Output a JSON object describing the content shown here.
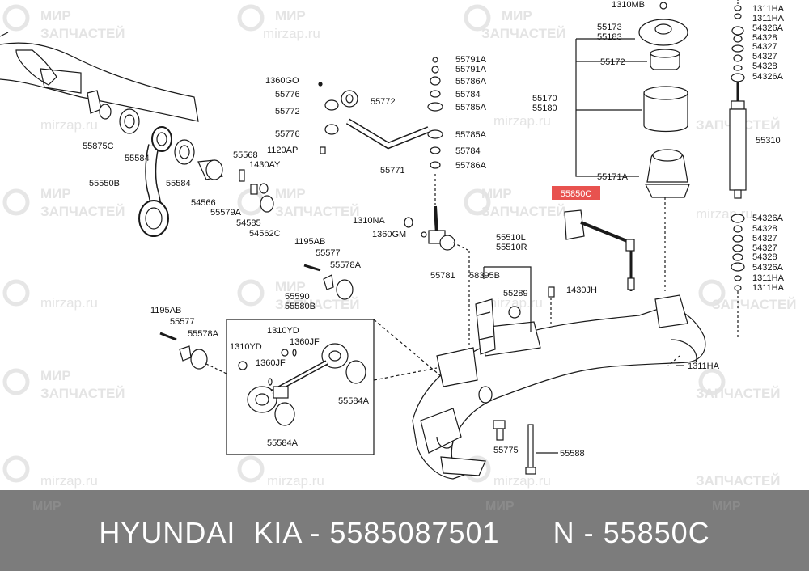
{
  "watermark": {
    "line1": "МИР",
    "line2": "ЗАПЧАСТЕЙ",
    "site": "mirzap.ru"
  },
  "highlight_label": "55850C",
  "labels": {
    "l1310MB": "1310MB",
    "l55173": "55173",
    "l55183": "55183",
    "l55172": "55172",
    "l55170": "55170",
    "l55180": "55180",
    "l55171A": "55171A",
    "l1311HA_a": "1311HA",
    "l1311HA_b": "1311HA",
    "l54326A_a": "54326A",
    "l54328_a": "54328",
    "l54327_a": "54327",
    "l54327_b": "54327",
    "l54328_b": "54328",
    "l54326A_b": "54326A",
    "l55310": "55310",
    "l54326A_c": "54326A",
    "l54328_c": "54328",
    "l54327_c": "54327",
    "l54327_d": "54327",
    "l54328_d": "54328",
    "l54326A_d": "54326A",
    "l1311HA_c": "1311HA",
    "l1311HA_d": "1311HA",
    "l1311HA_e": "1311HA",
    "l55791A_a": "55791A",
    "l55791A_b": "55791A",
    "l55786A_a": "55786A",
    "l55784_a": "55784",
    "l55785A_a": "55785A",
    "l55785A_b": "55785A",
    "l55784_b": "55784",
    "l55786A_b": "55786A",
    "l1360GO": "1360GO",
    "l55776_a": "55776",
    "l55772_a": "55772",
    "l55772_b": "55772",
    "l55776_b": "55776",
    "l1120AP": "1120AP",
    "l55771": "55771",
    "l55875C": "55875C",
    "l55584_a": "55584",
    "l55550B": "55550B",
    "l55584_b": "55584",
    "l54566": "54566",
    "l55568": "55568",
    "l1430AY": "1430AY",
    "l55579A": "55579A",
    "l54585": "54585",
    "l54562C": "54562C",
    "l1310NA": "1310NA",
    "l1360GM": "1360GM",
    "l55781": "55781",
    "l55510L": "55510L",
    "l55510R": "55510R",
    "l58395B": "58395B",
    "l55289": "55289",
    "l1430JH": "1430JH",
    "l1195AB_a": "1195AB",
    "l55577_a": "55577",
    "l55578A_a": "55578A",
    "l55590": "55590",
    "l55580B": "55580B",
    "l1195AB_b": "1195AB",
    "l55577_b": "55577",
    "l55578A_b": "55578A",
    "l1310YD_a": "1310YD",
    "l1310YD_b": "1310YD",
    "l1360JF_a": "1360JF",
    "l1360JF_b": "1360JF",
    "l55584A_a": "55584A",
    "l55584A_b": "55584A",
    "l55775": "55775",
    "l55588": "55588"
  },
  "footer": {
    "text": "HYUNDAI  KIA - 5585087501      N - 55850C"
  },
  "colors": {
    "highlight": "#e8524f",
    "footer_bg": "#7c7c7c",
    "line": "#1a1a1a"
  }
}
